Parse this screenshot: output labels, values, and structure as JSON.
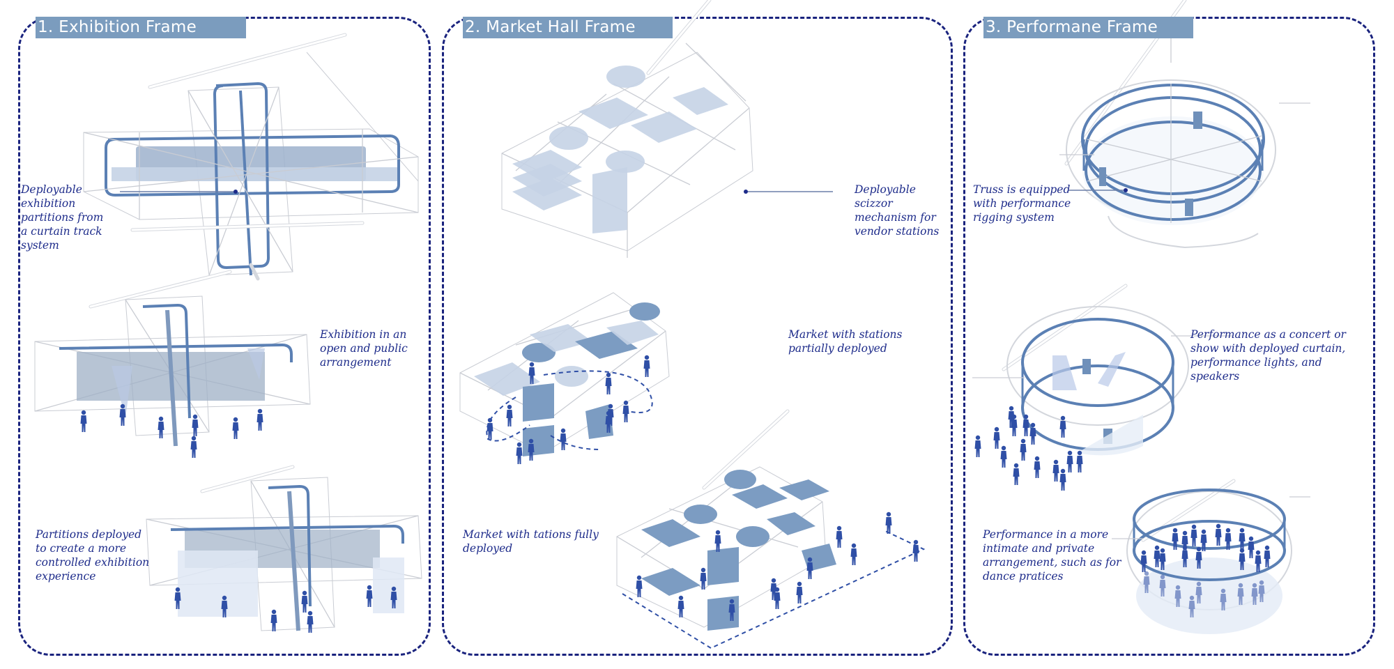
{
  "colors": {
    "border": "#1a237e",
    "title_bg": "#7b9cbe",
    "title_text": "#ffffff",
    "caption": "#1d2b8a",
    "figure": "#2f4fa6",
    "accent_panel": "#7c9cc2"
  },
  "panels": [
    {
      "title": "1. Exhibition Frame",
      "captions": [
        "Deployable\nexhibition\npartitions from\na curtain track\nsystem",
        "Exhibition in an\nopen and public\narrangement",
        "Partitions deployed\nto create a more\ncontrolled exhibition\nexperience"
      ]
    },
    {
      "title": "2. Market Hall Frame",
      "captions": [
        "Deployable\nscizzor\nmechanism  for\nvendor stations",
        "Market with stations\npartially deployed",
        "Market with tations fully\ndeployed"
      ]
    },
    {
      "title": "3. Performane Frame",
      "captions": [
        "Truss is equipped\nwith performance\nrigging system",
        "Performance as a concert or\nshow with deployed curtain,\nperformance lights, and\nspeakers",
        "Performance in a more\nintimate and private\narrangement, such as for\ndance pratices"
      ]
    }
  ]
}
